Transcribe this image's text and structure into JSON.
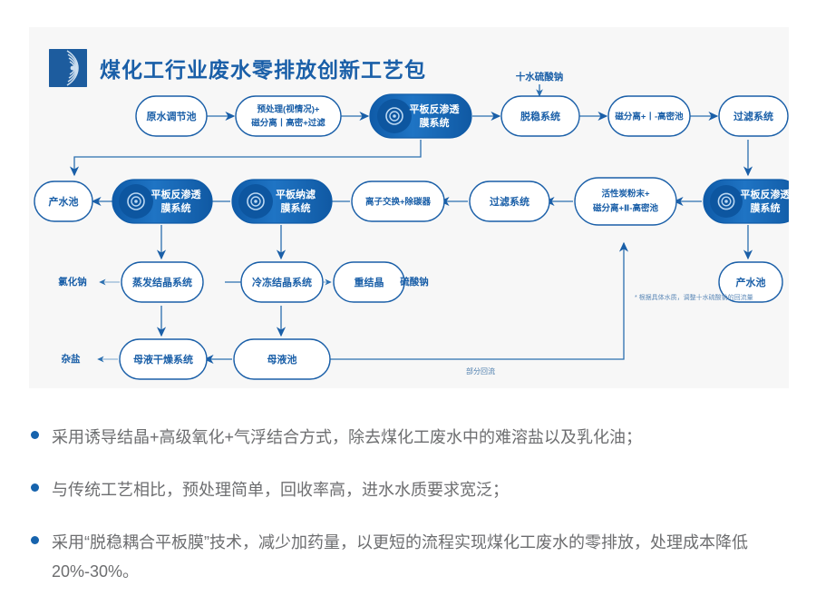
{
  "header": {
    "title": "煤化工行业废水零排放创新工艺包",
    "logo_icon": "water-ripple-logo-icon",
    "brand_color": "#1a5fa8"
  },
  "diagram": {
    "background": "#f7f7f7",
    "accent": "#1a5fa8",
    "dark_node_fill": "#1565b8",
    "nodes": [
      {
        "id": "n1",
        "label": "原水调节池",
        "style": "light",
        "row": 1
      },
      {
        "id": "n2",
        "label_line1": "预处理(视情况)+",
        "label_line2": "磁分离丨高密+过滤",
        "style": "light",
        "row": 1
      },
      {
        "id": "n3",
        "label_line1": "平板反渗透",
        "label_line2": "膜系统",
        "style": "dark",
        "icon": "membrane-disc-icon",
        "row": 1
      },
      {
        "id": "n4",
        "label": "脱稳系统",
        "style": "light",
        "row": 1
      },
      {
        "id": "n5",
        "label": "磁分离+丨-高密池",
        "style": "light",
        "row": 1
      },
      {
        "id": "n6",
        "label": "过滤系统",
        "style": "light",
        "row": 1
      },
      {
        "id": "n7",
        "label": "产水池",
        "style": "light",
        "row": 2
      },
      {
        "id": "n8",
        "label_line1": "平板反渗透",
        "label_line2": "膜系统",
        "style": "dark",
        "icon": "membrane-disc-icon",
        "row": 2
      },
      {
        "id": "n9",
        "label_line1": "平板纳滤",
        "label_line2": "膜系统",
        "style": "dark",
        "icon": "membrane-disc-icon",
        "row": 2
      },
      {
        "id": "n10",
        "label": "离子交换+除碳器",
        "style": "light",
        "row": 2
      },
      {
        "id": "n11",
        "label": "过滤系统",
        "style": "light",
        "row": 2
      },
      {
        "id": "n12",
        "label_line1": "活性炭粉末+",
        "label_line2": "磁分离+Ⅱ-高密池",
        "style": "light",
        "row": 2
      },
      {
        "id": "n13",
        "label_line1": "平板反渗透",
        "label_line2": "膜系统",
        "style": "dark",
        "icon": "membrane-disc-icon",
        "row": 2
      },
      {
        "id": "n14",
        "label": "蒸发结晶系统",
        "style": "light",
        "row": 3
      },
      {
        "id": "n15",
        "label": "冷冻结晶系统",
        "style": "light",
        "row": 3
      },
      {
        "id": "n16",
        "label": "重结晶",
        "style": "light",
        "row": 3
      },
      {
        "id": "n17",
        "label": "产水池",
        "style": "light",
        "row": 3
      },
      {
        "id": "n18",
        "label": "母液干燥系统",
        "style": "light",
        "row": 4
      },
      {
        "id": "n19",
        "label": "母液池",
        "style": "light",
        "row": 4
      }
    ],
    "side_labels": [
      {
        "id": "s1",
        "text": "十水硫酸钠"
      },
      {
        "id": "s2",
        "text": "氯化钠"
      },
      {
        "id": "s3",
        "text": "硫酸钠"
      },
      {
        "id": "s4",
        "text": "杂盐"
      }
    ],
    "flow_labels": [
      {
        "id": "f1",
        "text": "部分回流"
      }
    ],
    "footnote": "* 根据具体水质，调整十水硫酸钠的回流量"
  },
  "bullets": [
    "采用诱导结晶+高级氧化+气浮结合方式，除去煤化工废水中的难溶盐以及乳化油；",
    "与传统工艺相比，预处理简单，回收率高，进水水质要求宽泛；",
    "采用“脱稳耦合平板膜”技术，减少加药量，以更短的流程实现煤化工废水的零排放，处理成本降低20%-30%。"
  ]
}
